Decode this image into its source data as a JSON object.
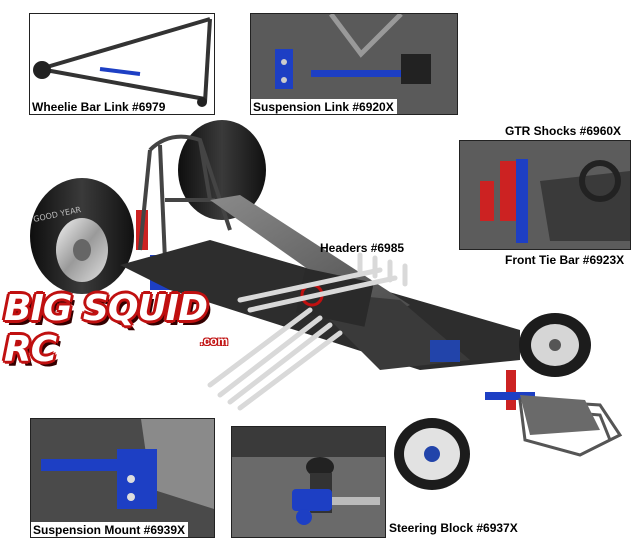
{
  "callouts": {
    "wheelie_bar_link": "Wheelie Bar Link #6979",
    "suspension_link": "Suspension Link #6920X",
    "gtr_shocks": "GTR Shocks #6960X",
    "headers": "Headers #6985",
    "front_tie_bar": "Front Tie Bar #6923X",
    "suspension_mount": "Suspension Mount #6939X",
    "steering_block": "Steering Block #6937X"
  },
  "logo": {
    "main": "BIG SQUID RC",
    "suffix": ".com"
  },
  "colors": {
    "anodized_blue": "#1d3fc4",
    "chassis_dark": "#3a3a3a",
    "tire_black": "#1c1c1c",
    "logo_red": "#c01010",
    "header_silver": "#d9d9d9"
  }
}
